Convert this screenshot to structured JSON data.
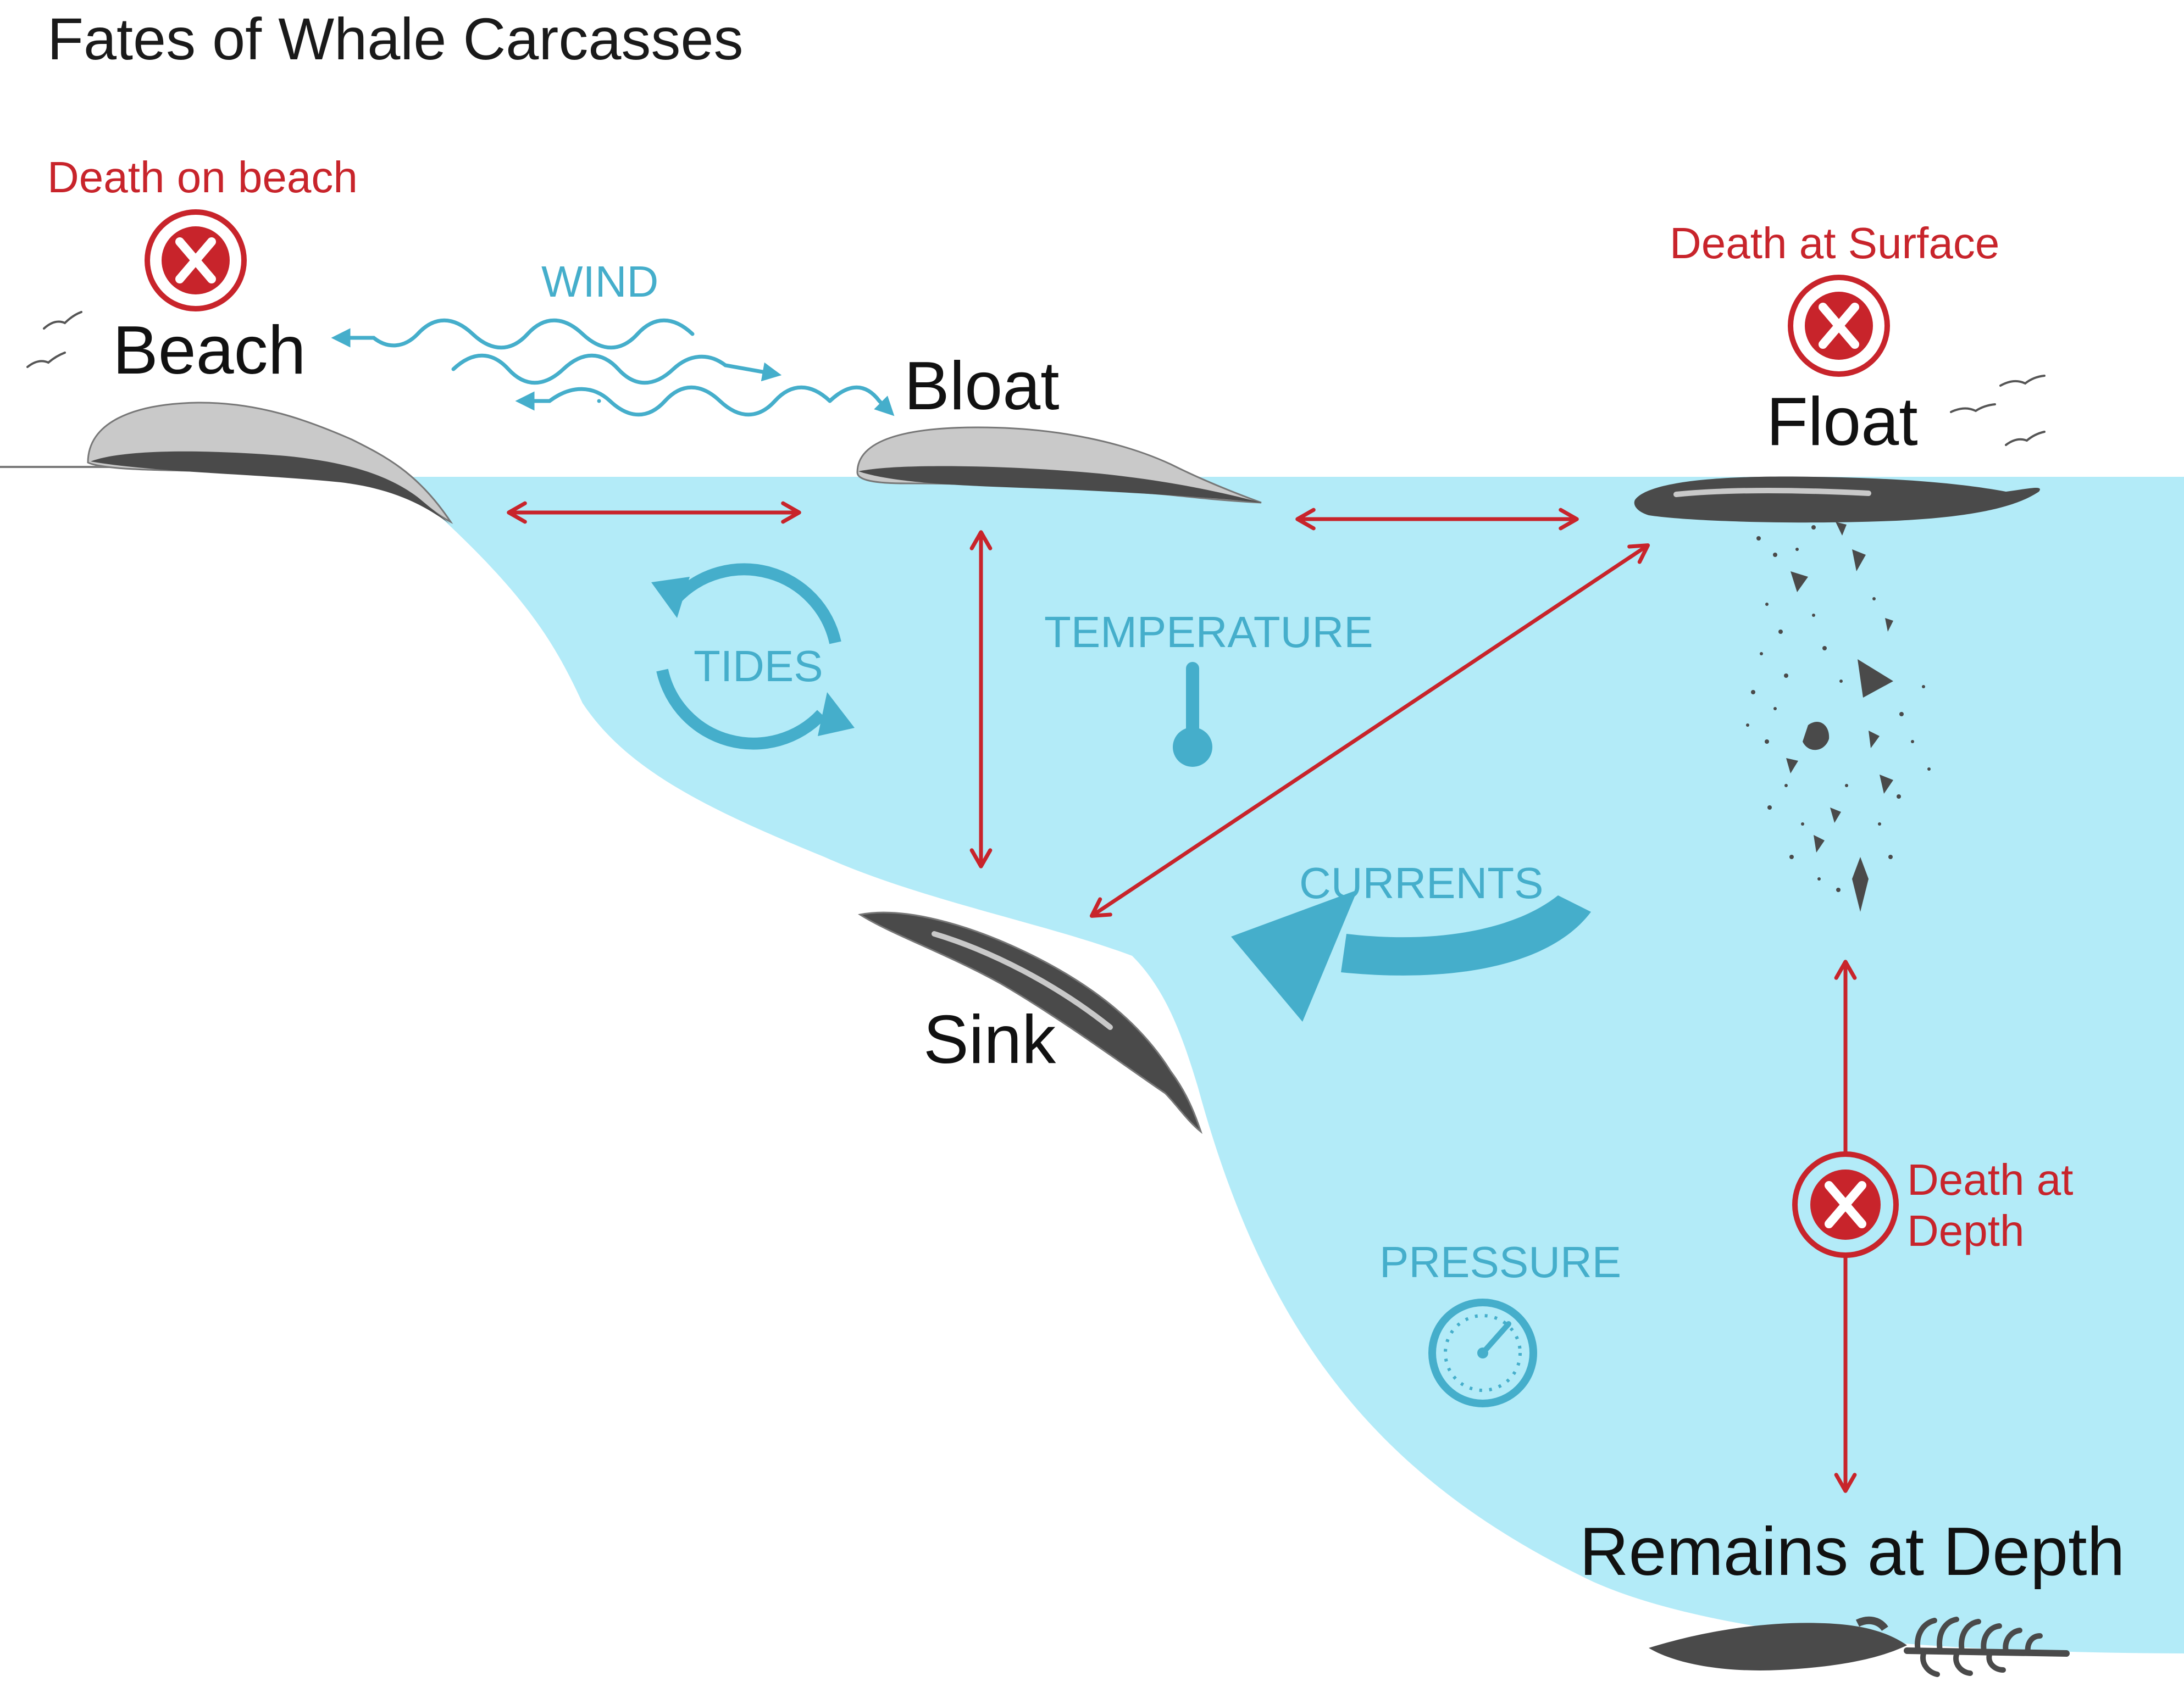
{
  "title": "Fates of Whale Carcasses",
  "stages": {
    "beach": "Beach",
    "bloat": "Bloat",
    "float": "Float",
    "sink": "Sink",
    "remains": "Remains at Depth"
  },
  "deaths": {
    "beach": "Death on beach",
    "surface": "Death at Surface",
    "depth_line1": "Death at",
    "depth_line2": "Depth"
  },
  "forces": {
    "wind": "WIND",
    "tides": "TIDES",
    "temperature": "TEMPERATURE",
    "currents": "CURRENTS",
    "pressure": "PRESSURE"
  },
  "colors": {
    "water": "#b3ebf8",
    "death_red": "#c8242b",
    "force_blue": "#45aecb",
    "whale_dark": "#4a4a4a",
    "whale_light": "#c9c9c9"
  },
  "icons": {
    "death_marker": "circled-x-icon",
    "temperature": "thermometer-icon",
    "pressure": "gauge-icon",
    "tides": "circular-arrows-icon",
    "wind": "wavy-arrows-icon",
    "currents": "curved-arrow-icon"
  }
}
